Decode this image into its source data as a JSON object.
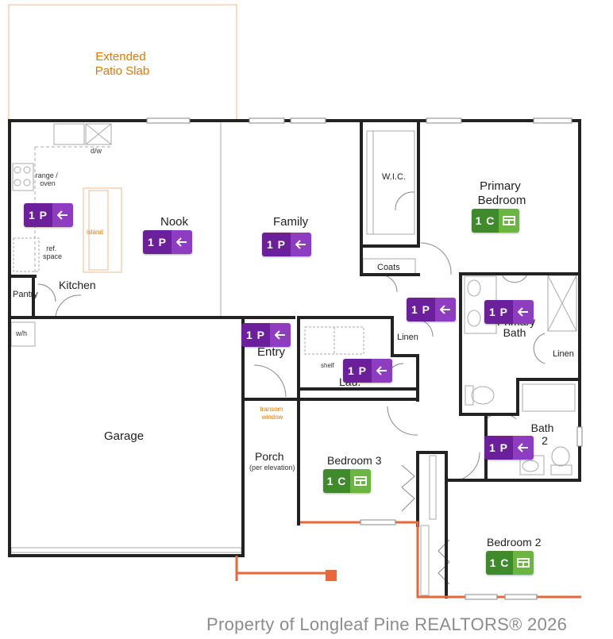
{
  "rooms": {
    "patio": [
      "Extended",
      "Patio Slab"
    ],
    "kitchen": "Kitchen",
    "pantry": "Pantry",
    "range": [
      "range /",
      "oven"
    ],
    "dw": "d/w",
    "island": "island",
    "ref": [
      "ref.",
      "space"
    ],
    "nook": "Nook",
    "family": "Family",
    "wic": "W.I.C.",
    "coats": "Coats",
    "primary_bedroom": [
      "Primary",
      "Bedroom"
    ],
    "primary_bath": [
      "Primary",
      "Bath"
    ],
    "linen": "Linen",
    "entry": "Entry",
    "shelf": "shelf",
    "laundry": "Lau.",
    "wh": "w/h",
    "garage": "Garage",
    "transom": [
      "transom",
      "window"
    ],
    "porch": "Porch",
    "porch_note": "(per elevation)",
    "bedroom3": "Bedroom 3",
    "bedroom2": "Bedroom 2",
    "bath2": [
      "Bath",
      "2"
    ]
  },
  "badges": [
    {
      "name": "badge-kitchen",
      "text": "1 P",
      "kind": "photo",
      "icon": "arrow-left-icon"
    },
    {
      "name": "badge-nook",
      "text": "1 P",
      "kind": "photo",
      "icon": "arrow-left-icon"
    },
    {
      "name": "badge-family",
      "text": "1 P",
      "kind": "photo",
      "icon": "arrow-left-icon"
    },
    {
      "name": "badge-primary-bedroom",
      "text": "1 C",
      "kind": "camera",
      "icon": "panorama-icon"
    },
    {
      "name": "badge-hall",
      "text": "1 P",
      "kind": "photo",
      "icon": "arrow-left-icon"
    },
    {
      "name": "badge-primary-bath",
      "text": "1 P",
      "kind": "photo",
      "icon": "arrow-left-icon"
    },
    {
      "name": "badge-entry",
      "text": "1 P",
      "kind": "photo",
      "icon": "arrow-left-icon"
    },
    {
      "name": "badge-laundry",
      "text": "1 P",
      "kind": "photo",
      "icon": "arrow-left-icon"
    },
    {
      "name": "badge-bath2",
      "text": "1 P",
      "kind": "photo",
      "icon": "arrow-left-icon"
    },
    {
      "name": "badge-bedroom3",
      "text": "1 C",
      "kind": "camera",
      "icon": "panorama-icon"
    },
    {
      "name": "badge-bedroom2",
      "text": "1 C",
      "kind": "camera",
      "icon": "panorama-icon"
    }
  ],
  "colors": {
    "wall": "#222222",
    "orange": "#e8683a",
    "photo": "#6b1f9a",
    "camera": "#3f8a2a"
  },
  "watermark": "Property of Longleaf Pine REALTORS® 2026"
}
